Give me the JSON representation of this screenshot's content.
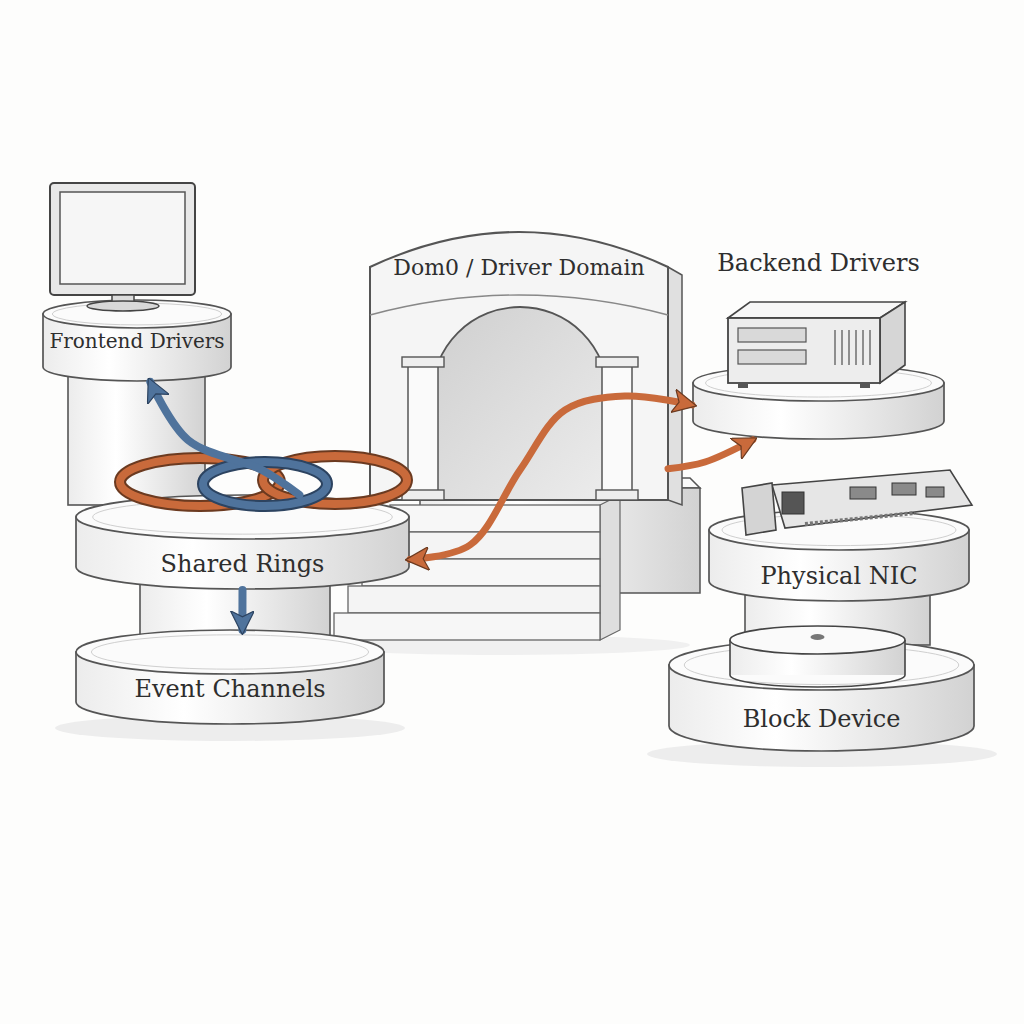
{
  "diagram": {
    "nodes": [
      {
        "text": [
          "Frontend Drivers"
        ]
      },
      {
        "text": [
          "Dom0 / Driver Domain"
        ]
      },
      {
        "text": [
          "Backend Drivers"
        ]
      },
      {
        "text": [
          "Shared Rings"
        ]
      },
      {
        "text": [
          "Physical NIC"
        ]
      },
      {
        "text": [
          "Event Channels"
        ]
      },
      {
        "text": [
          "Block Device"
        ]
      }
    ],
    "edges": [
      {
        "from": 3,
        "to": 0,
        "arrow": "to"
      },
      {
        "from": 3,
        "to": 5,
        "arrow": "to"
      },
      {
        "from": 3,
        "to": 2,
        "arrow": "both"
      },
      {
        "from": 1,
        "to": 2,
        "arrow": "to"
      }
    ]
  }
}
